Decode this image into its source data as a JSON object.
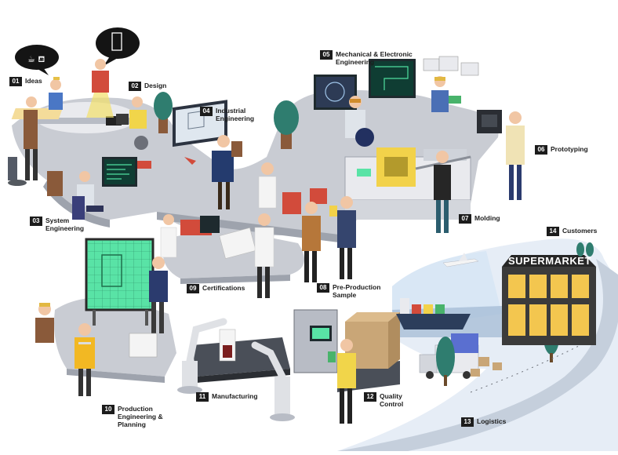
{
  "stages": [
    {
      "num": "01",
      "label": "Ideas"
    },
    {
      "num": "02",
      "label": "Design"
    },
    {
      "num": "03",
      "label": "System\nEngineering"
    },
    {
      "num": "04",
      "label": "Industrial\nEngineering"
    },
    {
      "num": "05",
      "label": "Mechanical & Electronic\nEngineering"
    },
    {
      "num": "06",
      "label": "Prototyping"
    },
    {
      "num": "07",
      "label": "Molding"
    },
    {
      "num": "08",
      "label": "Pre-Production\nSample"
    },
    {
      "num": "09",
      "label": "Certifications"
    },
    {
      "num": "10",
      "label": "Production\nEngineering &\nPlanning"
    },
    {
      "num": "11",
      "label": "Manufacturing"
    },
    {
      "num": "12",
      "label": "Quality\nControl"
    },
    {
      "num": "13",
      "label": "Logistics"
    },
    {
      "num": "14",
      "label": "Customers"
    }
  ],
  "store_sign": "SUPERMARKET",
  "colors": {
    "floor": "#c9ccd3",
    "floor_edge": "#9ea3ad",
    "wall": "#e9eaee",
    "road": "#c5cfdc",
    "store": "#3b3b3b",
    "window": "#f3c64f",
    "plant": "#2f7d6f",
    "machine_yellow": "#f2d24a",
    "screen_green": "#59e3a6",
    "sky": "#d9e7f5",
    "ship": "#2c3e5b"
  }
}
